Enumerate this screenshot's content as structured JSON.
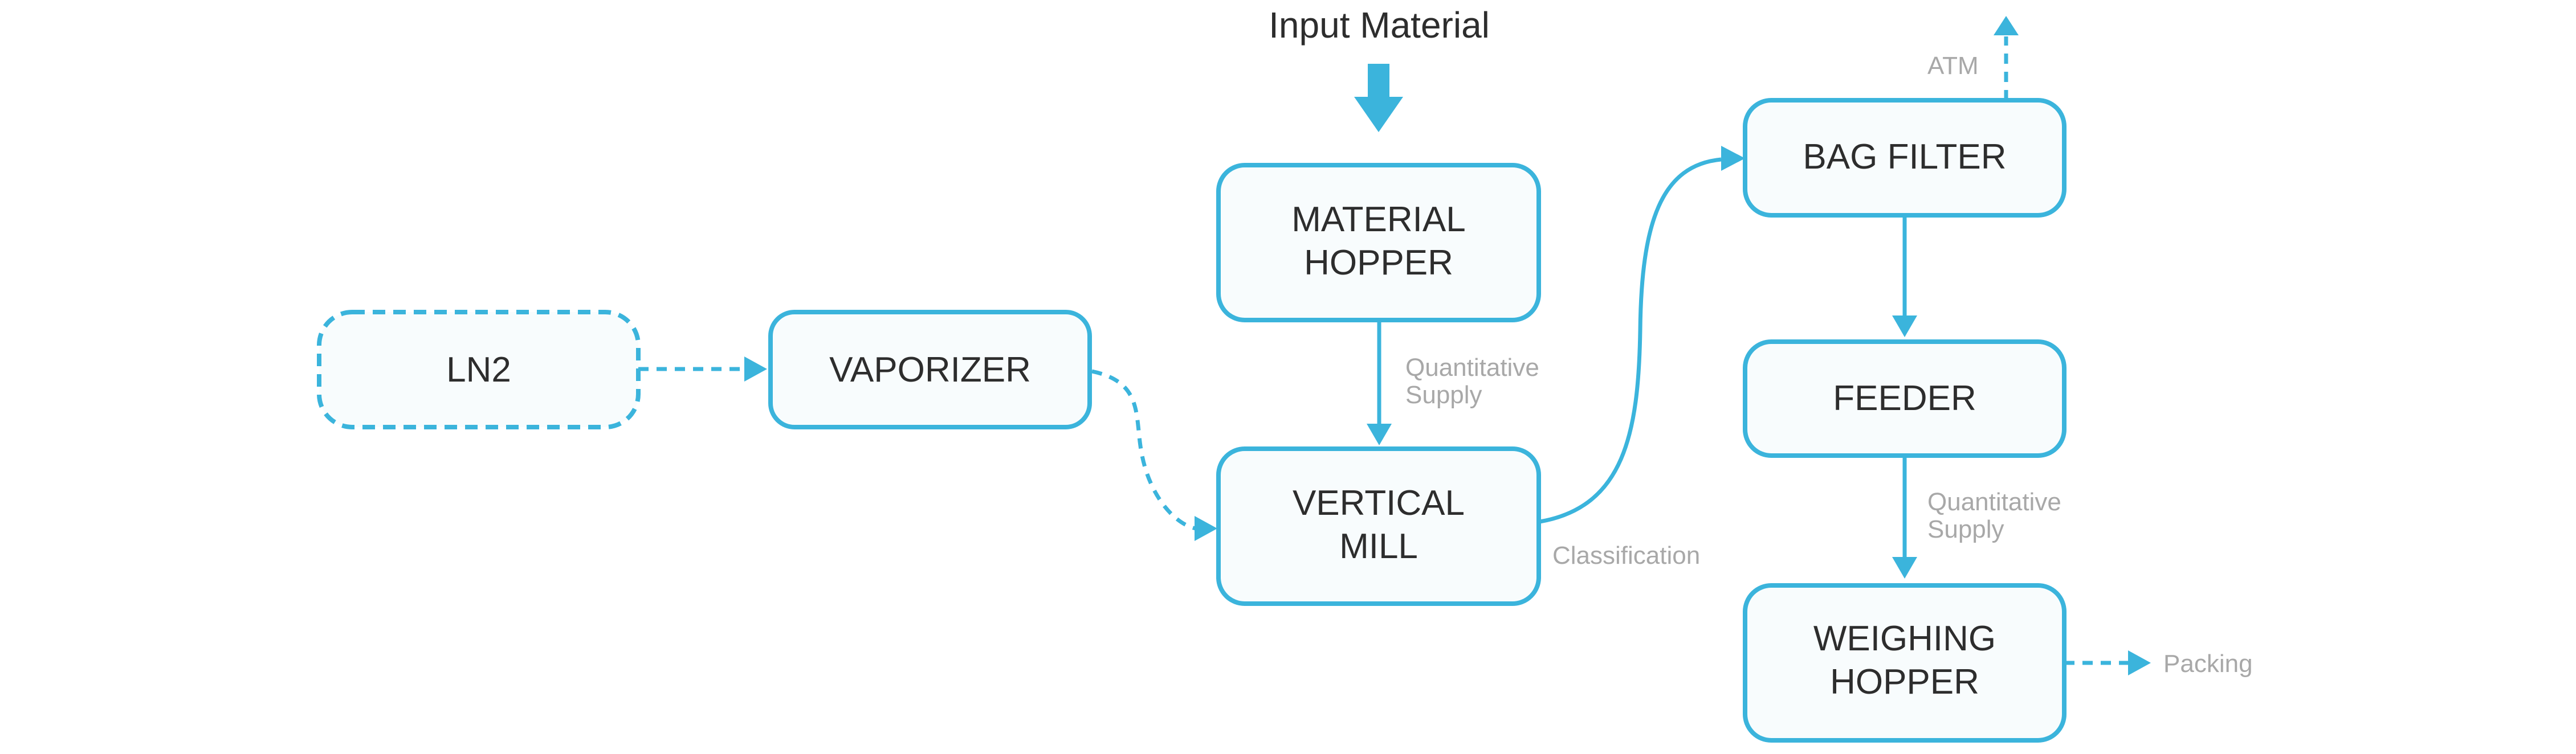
{
  "title": "Input Material",
  "nodes": {
    "ln2": {
      "label": "LN2"
    },
    "vaporizer": {
      "label": "VAPORIZER"
    },
    "material_hopper": {
      "line1": "MATERIAL",
      "line2": "HOPPER"
    },
    "vertical_mill": {
      "line1": "VERTICAL",
      "line2": "MILL"
    },
    "bag_filter": {
      "label": "BAG FILTER"
    },
    "feeder": {
      "label": "FEEDER"
    },
    "weighing_hopper": {
      "line1": "WEIGHING",
      "line2": "HOPPER"
    }
  },
  "edge_labels": {
    "hopper_to_mill": {
      "line1": "Quantitative",
      "line2": "Supply"
    },
    "mill_to_filter": "Classification",
    "filter_exhaust": "ATM",
    "feeder_to_weighing": {
      "line1": "Quantitative",
      "line2": "Supply"
    },
    "weighing_out": "Packing"
  },
  "colors": {
    "accent": "#3bb4dc",
    "node_fill": "#f8fcfd",
    "node_text": "#2d2d2d",
    "edge_label": "#a8a8a8"
  }
}
